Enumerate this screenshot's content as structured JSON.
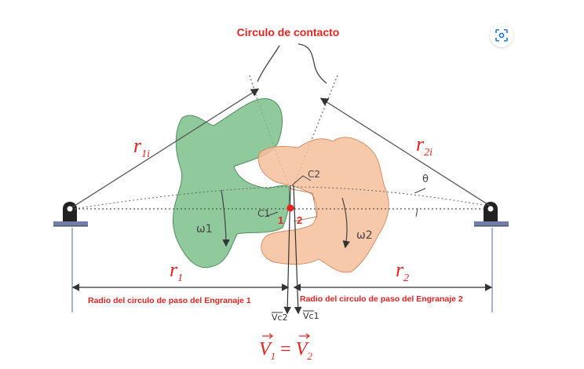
{
  "title": "Circulo de contacto",
  "labels": {
    "r1i_base": "r",
    "r1i_sub": "1i",
    "r2i_base": "r",
    "r2i_sub": "2i",
    "r1_base": "r",
    "r1_sub": "1",
    "r2_base": "r",
    "r2_sub": "2",
    "radius_gear1": "Radio del circulo de paso del Engranaje 1",
    "radius_gear2": "Radio del circulo de paso del Engranaje 2",
    "point1": "1",
    "point2": "2",
    "c1": "C1",
    "c2": "C2",
    "omega1": "ω1",
    "omega2": "ω2",
    "theta": "θ",
    "vc2": "Vc2",
    "vc1": "Vc1"
  },
  "equation": {
    "v1": "V",
    "v1_sub": "1",
    "equals": "=",
    "v2": "V",
    "v2_sub": "2"
  },
  "icons": {
    "lens": "lens-search-icon"
  },
  "colors": {
    "gear1": "#7cbf8a",
    "gear2": "#f6bf9c",
    "accent": "#e8231f",
    "line": "#555555",
    "blue_line": "#4a6fa5"
  }
}
